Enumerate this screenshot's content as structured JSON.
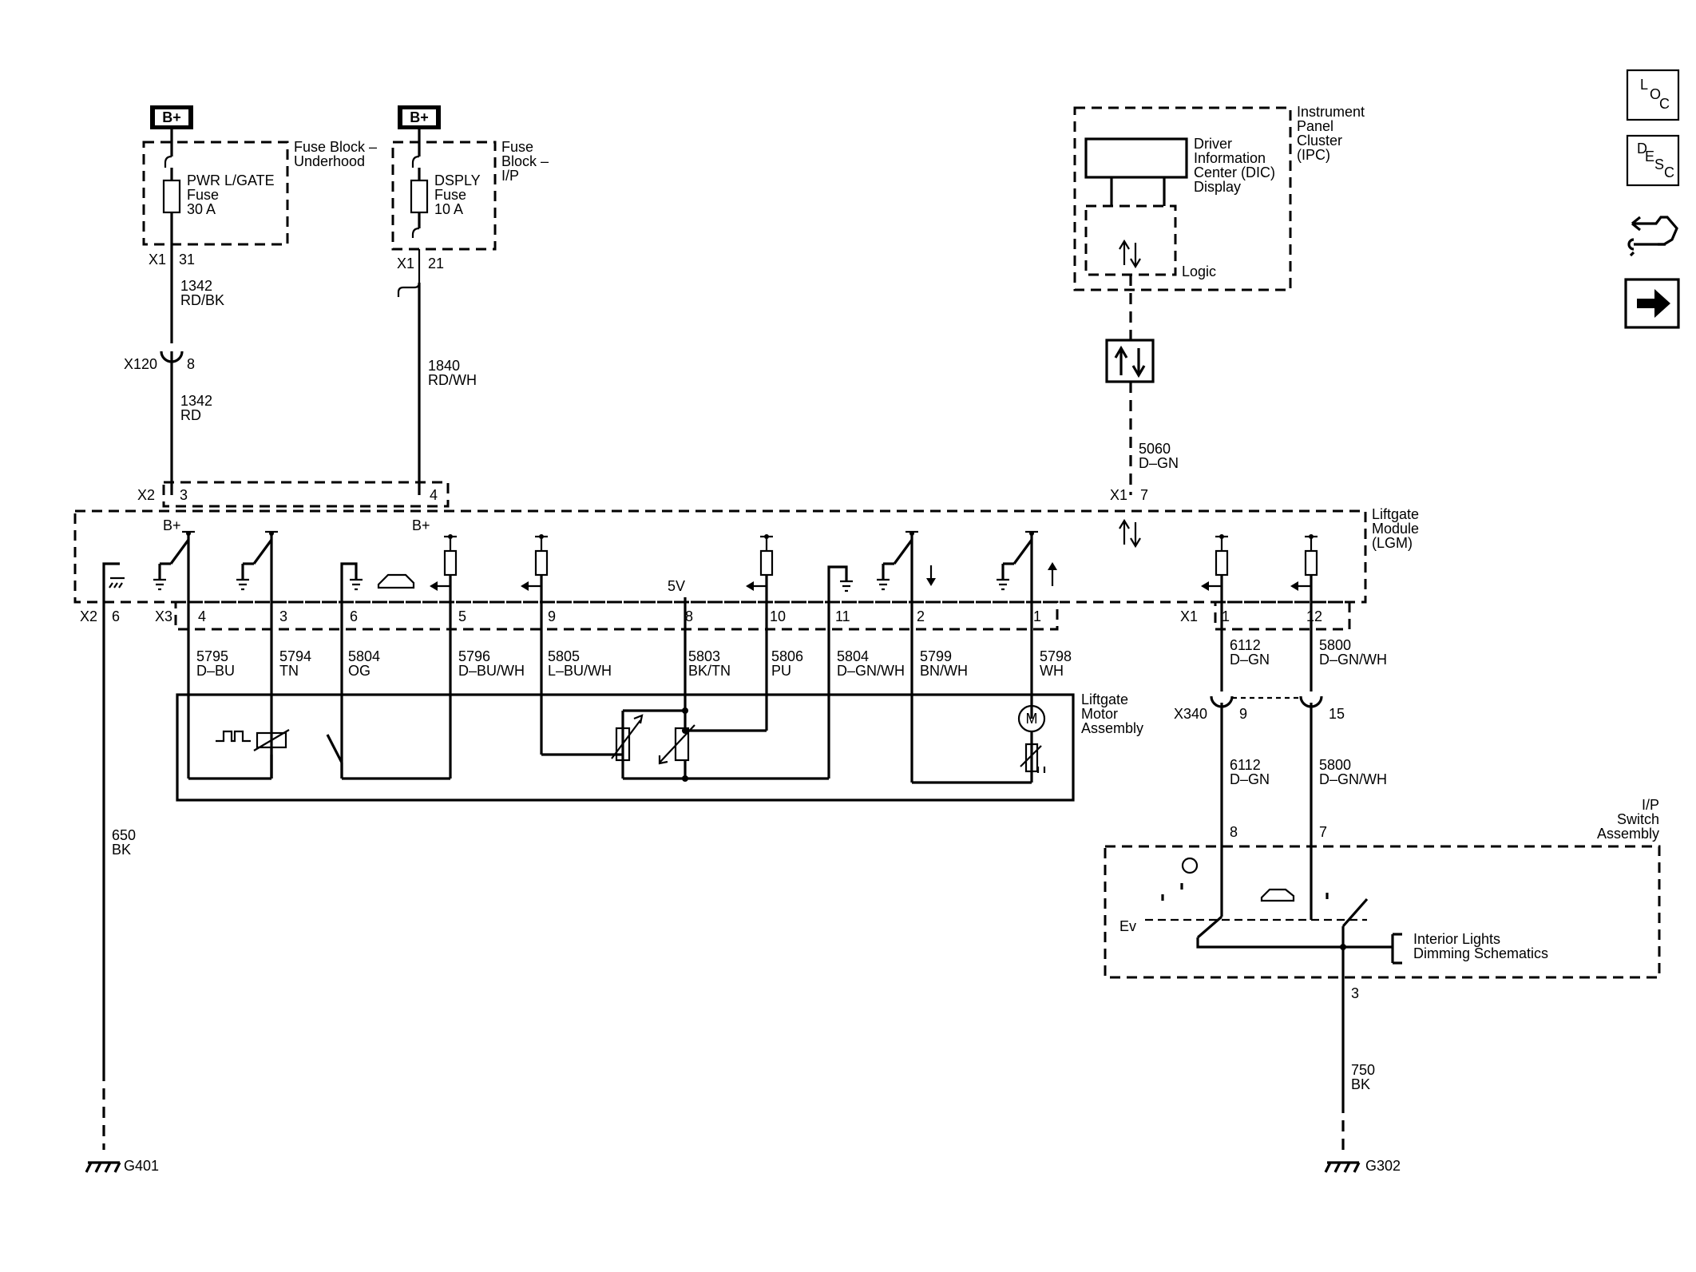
{
  "power": {
    "left": {
      "source": "B+",
      "block": [
        "Fuse Block –",
        "Underhood"
      ],
      "fuse": [
        "PWR L/GATE",
        "Fuse",
        "30 A"
      ],
      "conn": "X1",
      "pin": "31",
      "wire1": [
        "1342",
        "RD/BK"
      ],
      "inline": "X120",
      "inline_pin": "8",
      "wire2": [
        "1342",
        "RD"
      ]
    },
    "right": {
      "source": "B+",
      "block": [
        "Fuse",
        "Block –",
        "I/P"
      ],
      "fuse": [
        "DSPLY",
        "Fuse",
        "10 A"
      ],
      "conn": "X1",
      "pin": "21",
      "wire": [
        "1840",
        "RD/WH"
      ]
    }
  },
  "ipc": {
    "title": [
      "Instrument",
      "Panel",
      "Cluster",
      "(IPC)"
    ],
    "dic": [
      "Driver",
      "Information",
      "Center (DIC)",
      "Display"
    ],
    "logic": "Logic",
    "wire": [
      "5060",
      "D–GN"
    ]
  },
  "lgm": {
    "title": [
      "Liftgate",
      "Module",
      "(LGM)"
    ],
    "x2_conn": "X2",
    "x2_pins": [
      "3",
      "4"
    ],
    "bplus": [
      "B+",
      "B+"
    ],
    "x1_conn": "X1",
    "x1_pin": "7",
    "x2b_conn": "X2",
    "x2b_pin": "6",
    "x3_conn": "X3",
    "x3_pins": [
      "4",
      "3",
      "6",
      "5",
      "9",
      "8",
      "10",
      "11",
      "2",
      "1"
    ],
    "fivev": "5V",
    "x1b_conn": "X1",
    "x1b_pins": [
      "1",
      "12"
    ]
  },
  "wires": [
    [
      "5795",
      "D–BU"
    ],
    [
      "5794",
      "TN"
    ],
    [
      "5804",
      "OG"
    ],
    [
      "5796",
      "D–BU/WH"
    ],
    [
      "5805",
      "L–BU/WH"
    ],
    [
      "5803",
      "BK/TN"
    ],
    [
      "5806",
      "PU"
    ],
    [
      "5804",
      "D–GN/WH"
    ],
    [
      "5799",
      "BN/WH"
    ],
    [
      "5798",
      "WH"
    ]
  ],
  "motor": {
    "title": [
      "Liftgate",
      "Motor",
      "Assembly"
    ],
    "m": "M"
  },
  "ground_left": {
    "wire": [
      "650",
      "BK"
    ],
    "ground": "G401"
  },
  "right_side": {
    "wireA": [
      "6112",
      "D–GN"
    ],
    "wireB": [
      "5800",
      "D–GN/WH"
    ],
    "inline": "X340",
    "inline_pins": [
      "9",
      "15"
    ],
    "wireA2": [
      "6112",
      "D–GN"
    ],
    "wireB2": [
      "5800",
      "D–GN/WH"
    ],
    "switch_pins": [
      "8",
      "7",
      "3"
    ],
    "switch_title": [
      "I/P",
      "Switch",
      "Assembly"
    ],
    "ev": "Ev",
    "interior": [
      "Interior Lights",
      "Dimming Schematics"
    ],
    "wire_g": [
      "750",
      "BK"
    ],
    "ground": "G302"
  },
  "nav": [
    {
      "big": "L",
      "a": "O",
      "b": "C",
      "icon": "loc-icon"
    },
    {
      "big": "D",
      "a": "E",
      "b": "S",
      "c": "C",
      "icon": "desc-icon"
    }
  ]
}
